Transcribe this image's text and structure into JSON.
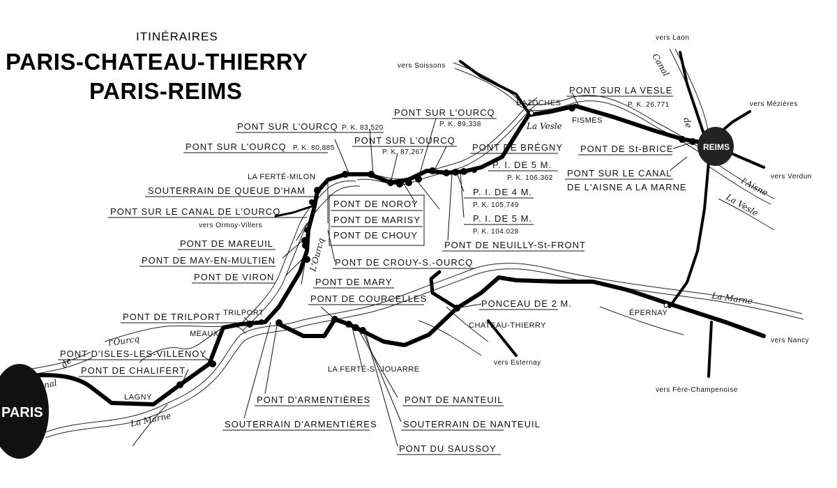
{
  "title": {
    "subtitle": "ITINÉRAIRES",
    "line1": "PARIS-CHATEAU-THIERRY",
    "line2": "PARIS-REIMS"
  },
  "cities": {
    "paris": "PARIS",
    "reims": "REIMS"
  },
  "places": {
    "la_ferte_milon": "LA FERTÉ-MILON",
    "bazoches": "BAZOCHES",
    "fismes": "FISMES",
    "trilport": "TRILPORT",
    "meaux": "MEAUX",
    "lagny": "LAGNY",
    "epernay": "ÉPERNAY",
    "chateau_thierry": "CHATEAU-THIERRY",
    "la_ferte_s_jouarre": "LA FERTÉ-S.-JOUARRE"
  },
  "directions": {
    "vers_laon": "vers Laon",
    "vers_soissons": "vers Soissons",
    "vers_mezieres": "vers Mézières",
    "vers_verdun": "vers Verdun",
    "vers_nancy": "vers Nancy",
    "vers_ormoy_villers": "vers Ormoy-Villers",
    "vers_esternay": "vers Esternay",
    "vers_fere_champenoise": "vers Fère-Champenoise"
  },
  "rivers": {
    "canal_top": "Canal",
    "canal_ne_de": "de",
    "la_vesle_1": "La Vesle",
    "la_vesle_2": "La Vesle",
    "l_aisne": "l'Aisne",
    "l_ourcq_1": "L'Ourcq",
    "l_ourcq_2": "l'Ourcq",
    "la_marne_1": "La Marne",
    "la_marne_2": "La Marne",
    "canal_left": "Canal",
    "canal_left_de": "de"
  },
  "labels": {
    "pont_sur_la_vesle": "PONT SUR LA VESLE",
    "pk_26771": "P. K. 26.771",
    "pont_sur_ourcq_a": "PONT SUR L'OURCQ",
    "pk_89338": "P. K. 89,338",
    "pont_sur_ourcq_b": "PONT SUR L'OURCQ",
    "pk_83520": "P. K. 83,520",
    "pont_sur_ourcq_c": "PONT SUR L'OURCQ",
    "pk_87267": "P. K. 87,267",
    "pont_sur_ourcq_d": "PONT SUR L'OURCQ",
    "pk_80885": "P. K. 80,885",
    "pont_de_bregny": "PONT DE BRÉGNY",
    "pont_de_st_brice": "PONT DE St-BRICE",
    "pi_5m_a": "P. I. DE 5 M.",
    "pk_106362": "P. K. 106.362",
    "pont_sur_le_canal": "PONT SUR LE CANAL",
    "de_l_aisne": "DE L'AISNE A LA MARNE",
    "pi_4m": "P. I. DE 4 M.",
    "pk_105749": "P. K. 105.749",
    "pi_5m_b": "P. I. DE 5 M.",
    "pk_104028": "P. K. 104.028",
    "souterrain_queue": "SOUTERRAIN DE QUEUE D'HAM",
    "pont_canal_ourcq": "PONT SUR LE CANAL DE L'OURCQ",
    "pont_de_noroy": "PONT DE NOROY",
    "pont_de_marisy": "PONT DE MARISY",
    "pont_de_chouy": "PONT DE CHOUY",
    "pont_de_mareuil": "PONT DE MAREUIL",
    "pont_neuilly": "PONT DE NEUILLY-St-FRONT",
    "pont_may": "PONT DE MAY-EN-MULTIEN",
    "pont_crouy": "PONT DE CROUY-S.-OURCQ",
    "pont_viron": "PONT DE VIRON",
    "pont_mary": "PONT DE MARY",
    "pont_courcelles": "PONT DE COURCELLES",
    "ponceau": "PONCEAU DE 2 M.",
    "pont_trilport": "PONT DE TRILPORT",
    "pont_isles": "PONT D'ISLES-LES-VILLENOY",
    "pont_chalifert": "PONT DE CHALIFERT",
    "pont_armentieres": "PONT D'ARMENTIÈRES",
    "pont_nanteuil": "PONT DE NANTEUIL",
    "souterrain_armentieres": "SOUTERRAIN D'ARMENTIÈRES",
    "souterrain_nanteuil": "SOUTERRAIN DE NANTEUIL",
    "pont_saussoy": "PONT DU SAUSSOY"
  }
}
